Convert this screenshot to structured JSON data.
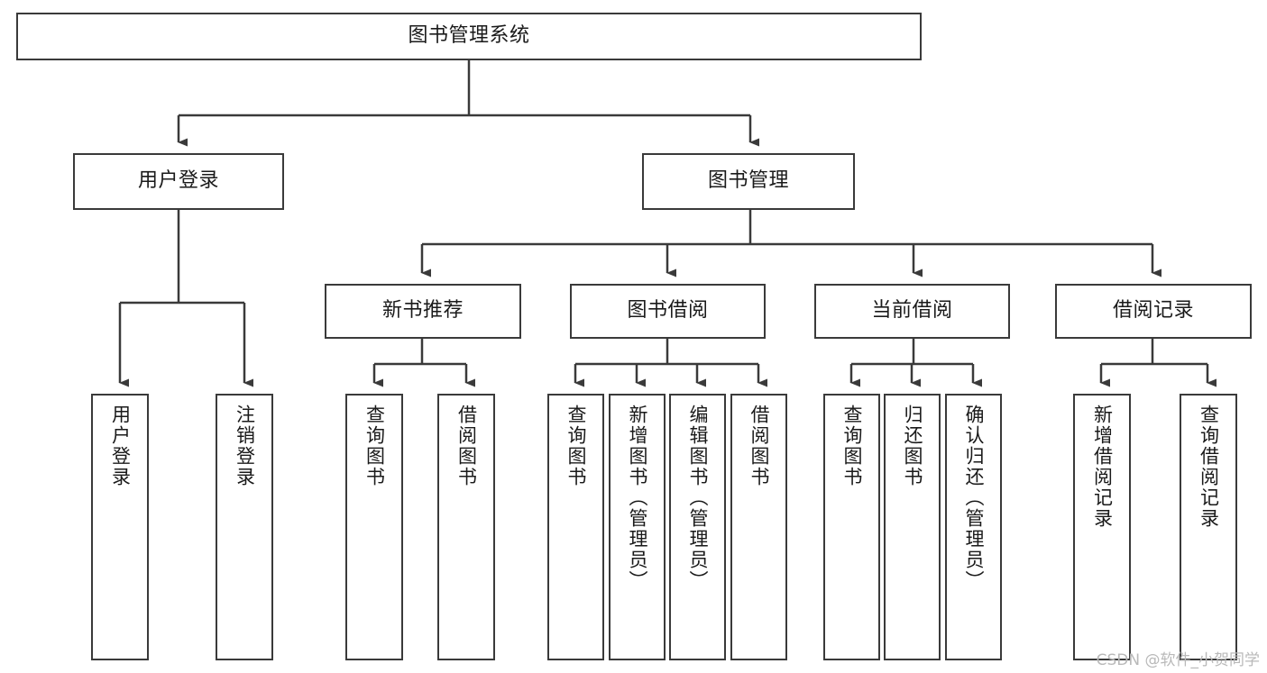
{
  "diagram": {
    "type": "hierarchy-tree",
    "title": "图书管理系统",
    "watermark": "CSDN @软件_小贺同学",
    "colors": {
      "stroke": "#3a3a3a",
      "fill": "#ffffff",
      "text": "#1a1a1a",
      "watermark": "#b9b9b9"
    },
    "nodes": {
      "root": {
        "label": "图书管理系统"
      },
      "level2": [
        {
          "label": "用户登录"
        },
        {
          "label": "图书管理"
        }
      ],
      "level3": [
        {
          "label": "新书推荐"
        },
        {
          "label": "图书借阅"
        },
        {
          "label": "当前借阅"
        },
        {
          "label": "借阅记录"
        }
      ],
      "leaves": {
        "user_login": [
          {
            "label": "用户登录"
          },
          {
            "label": "注销登录"
          }
        ],
        "new_book_rec": [
          {
            "label": "查询图书"
          },
          {
            "label": "借阅图书"
          }
        ],
        "book_borrow": [
          {
            "label": "查询图书"
          },
          {
            "label": "新增图书（管理员）"
          },
          {
            "label": "编辑图书（管理员）"
          },
          {
            "label": "借阅图书"
          }
        ],
        "current_borrow": [
          {
            "label": "查询图书"
          },
          {
            "label": "归还图书"
          },
          {
            "label": "确认归还（管理员）"
          }
        ],
        "borrow_record": [
          {
            "label": "新增借阅记录"
          },
          {
            "label": "查询借阅记录"
          }
        ]
      }
    }
  }
}
